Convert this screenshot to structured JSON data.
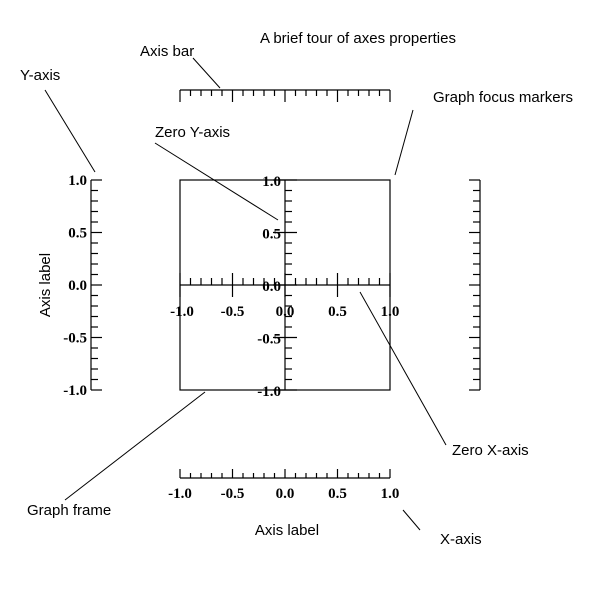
{
  "title": "A brief tour of axes properties",
  "annotations": {
    "axis_bar": "Axis bar",
    "y_axis": "Y-axis",
    "zero_y_axis": "Zero Y-axis",
    "graph_focus_markers": "Graph focus markers",
    "zero_x_axis": "Zero X-axis",
    "graph_frame": "Graph frame",
    "x_axis": "X-axis"
  },
  "y_axis_label": "Axis label",
  "x_axis_label": "Axis label",
  "tick_labels": [
    "-1.0",
    "-0.5",
    "0.0",
    "0.5",
    "1.0"
  ],
  "axis_range": [
    -1.0,
    1.0
  ],
  "minor_step": 0.1
}
